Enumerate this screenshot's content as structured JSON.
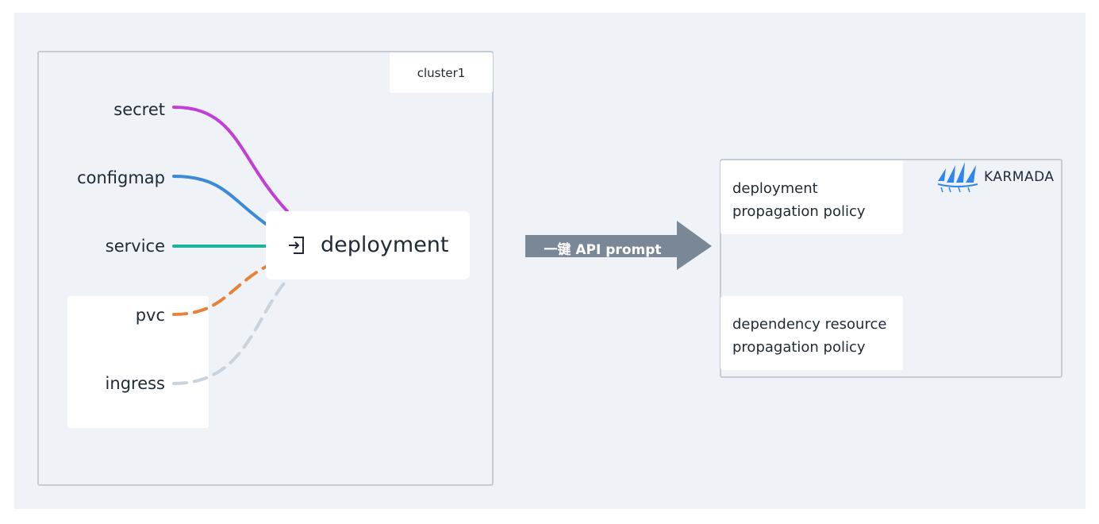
{
  "cluster": {
    "label": "cluster1"
  },
  "deployment": {
    "label": "deployment",
    "icon": "login-arrow-icon"
  },
  "resources": [
    {
      "label": "secret",
      "color": "#c03fd6",
      "style": "solid"
    },
    {
      "label": "configmap",
      "color": "#3a8ad8",
      "style": "solid"
    },
    {
      "label": "service",
      "color": "#1fb29a",
      "style": "solid"
    },
    {
      "label": "pvc",
      "color": "#e8823a",
      "style": "dashed"
    },
    {
      "label": "ingress",
      "color": "#c9d3dd",
      "style": "dashed"
    }
  ],
  "arrow": {
    "label": "一键 API prompt",
    "color": "#7a8796"
  },
  "karmada": {
    "brand": "KARMADA",
    "brand_color": "#2f86f0",
    "policies": [
      {
        "line1": "deployment",
        "line2": "propagation policy"
      },
      {
        "line1": "dependency resource",
        "line2": "propagation policy"
      }
    ]
  }
}
